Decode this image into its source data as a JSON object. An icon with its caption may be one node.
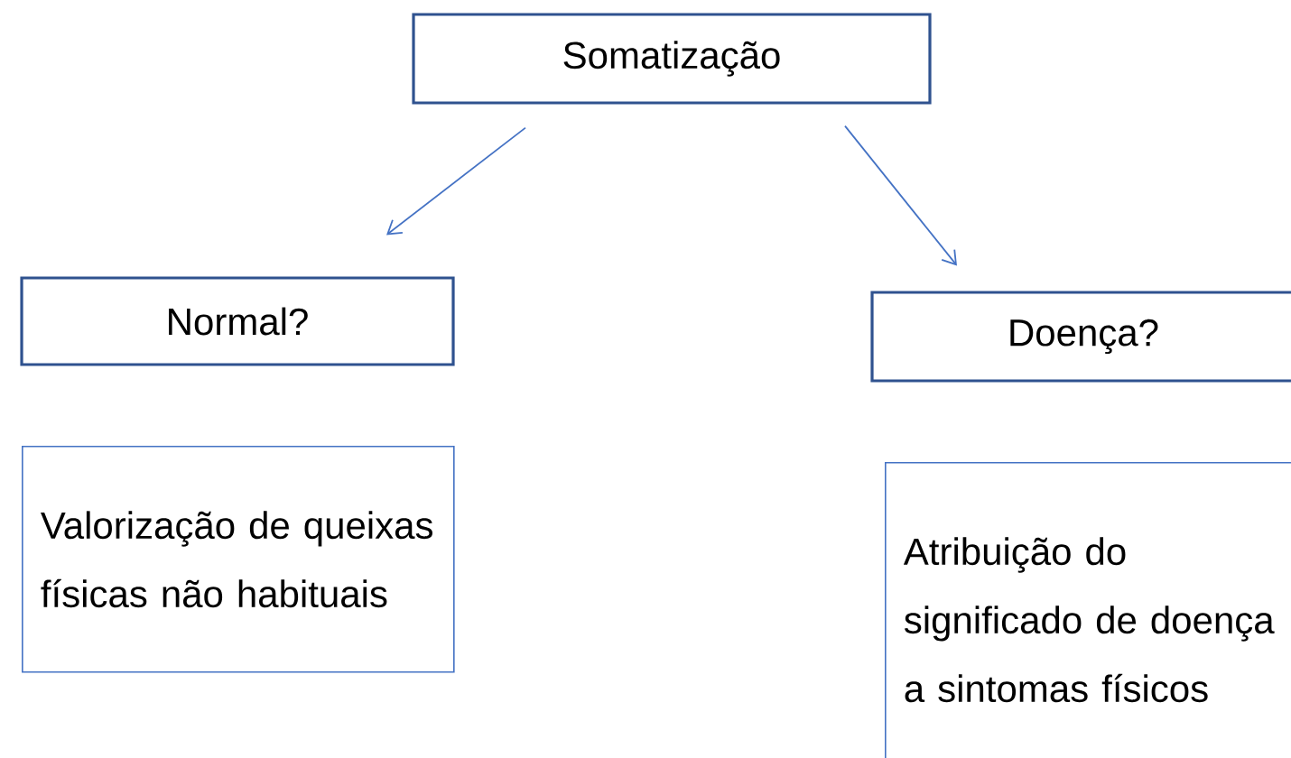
{
  "diagram": {
    "nodes": [
      {
        "text": [
          "Somatização"
        ]
      },
      {
        "text": [
          "Normal?"
        ]
      },
      {
        "text": [
          "Doença?"
        ]
      },
      {
        "text": [
          "Valorização de queixas físicas não habituais"
        ]
      },
      {
        "text": [
          "Atribuição do significado de doença a sintomas físicos"
        ]
      }
    ],
    "edges": [
      {
        "from": 0,
        "to": 1,
        "arrow": "to"
      },
      {
        "from": 0,
        "to": 2,
        "arrow": "to"
      }
    ]
  }
}
